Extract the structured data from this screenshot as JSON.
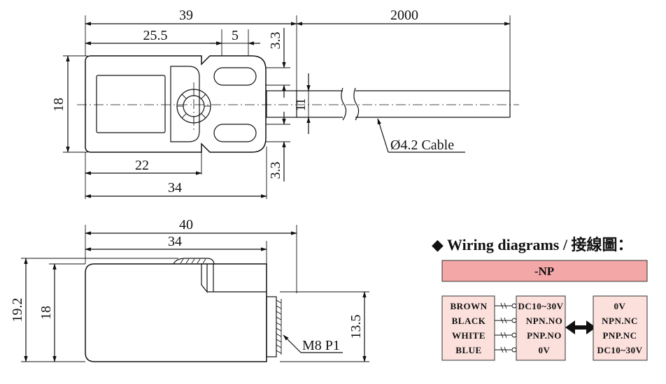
{
  "top_view": {
    "dims": {
      "overall_39": "39",
      "cable_2000": "2000",
      "d_25_5": "25.5",
      "d_5": "5",
      "d_3_3_top": "3.3",
      "d_18": "18",
      "d_11": "11",
      "d_22": "22",
      "d_34": "34",
      "d_3_3_bottom": "3.3"
    },
    "cable_label": "Ø4.2 Cable"
  },
  "side_view": {
    "dims": {
      "d_40": "40",
      "d_34": "34",
      "d_19_2": "19.2",
      "d_18": "18",
      "d_13_5": "13.5"
    },
    "thread_label": "M8 P1"
  },
  "wiring": {
    "title": "◆ Wiring diagrams / 接線圖：",
    "type_label": "-NP",
    "left_wires": [
      "BROWN",
      "BLACK",
      "WHITE",
      "BLUE"
    ],
    "middle_terms": [
      "DC10~30V",
      "NPN.NO",
      "PNP.NO",
      "0V"
    ],
    "right_terms": [
      "0V",
      "NPN.NC",
      "PNP.NC",
      "DC10~30V"
    ],
    "colors": {
      "header_fill": "#f4a7a7",
      "box_fill": "#fbe0dc",
      "border": "#333333"
    }
  }
}
